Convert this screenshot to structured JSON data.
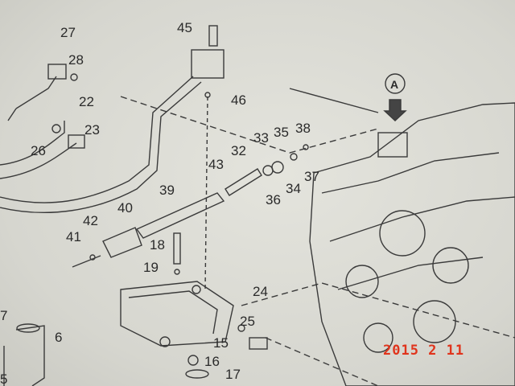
{
  "photo": {
    "subject": "exploded parts diagram page",
    "view_marker": "A",
    "date_stamp": "2015 2 11",
    "part_numbers": [
      "27",
      "28",
      "22",
      "23",
      "26",
      "45",
      "46",
      "33",
      "35",
      "38",
      "32",
      "43",
      "39",
      "40",
      "42",
      "41",
      "18",
      "19",
      "24",
      "25",
      "16",
      "17",
      "15",
      "36",
      "34",
      "37",
      "6",
      "5",
      "7"
    ]
  },
  "colors": {
    "paper": "#ddddd6",
    "ink": "#2a2a2a",
    "stamp": "#e0341c"
  }
}
